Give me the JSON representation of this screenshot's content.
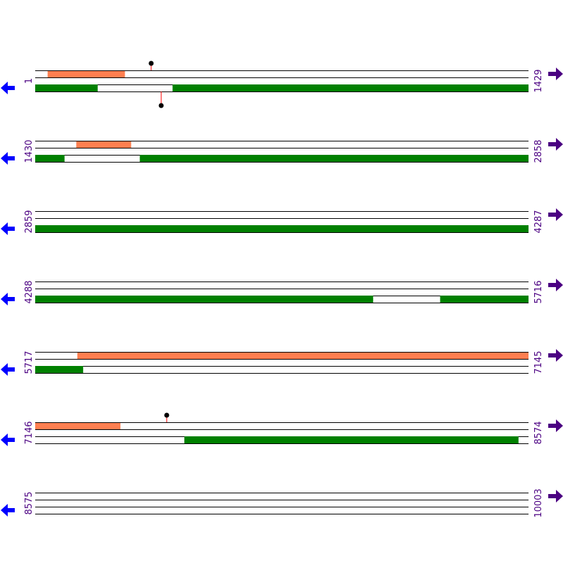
{
  "colors": {
    "forward_feature": "#ff7f50",
    "reverse_feature": "#008000",
    "line": "#000000",
    "marker_stem": "#ff0000",
    "marker_head": "#000000",
    "label": "#4b0082",
    "left_arrow": "#0000ff",
    "right_arrow": "#4b0082"
  },
  "icons": {
    "left": "arrow-left-icon",
    "right": "arrow-right-icon"
  },
  "rows": [
    {
      "start_label": "1",
      "end_label": "1429",
      "start": 1,
      "end": 1429,
      "forward": [
        [
          37,
          260
        ]
      ],
      "reverse": [
        [
          1,
          181
        ],
        [
          399,
          1429
        ]
      ],
      "markers_up": [
        337
      ],
      "markers_down": [
        366
      ]
    },
    {
      "start_label": "1430",
      "end_label": "2858",
      "start": 1430,
      "end": 2858,
      "forward": [
        [
          1549,
          1707
        ]
      ],
      "reverse": [
        [
          1430,
          1514
        ],
        [
          1733,
          2858
        ]
      ],
      "markers_up": [],
      "markers_down": []
    },
    {
      "start_label": "2859",
      "end_label": "4287",
      "start": 2859,
      "end": 4287,
      "forward": [],
      "reverse": [
        [
          2859,
          4287
        ]
      ],
      "markers_up": [],
      "markers_down": []
    },
    {
      "start_label": "4288",
      "end_label": "5716",
      "start": 4288,
      "end": 5716,
      "forward": [],
      "reverse": [
        [
          4288,
          5266
        ],
        [
          5461,
          5716
        ]
      ],
      "markers_up": [],
      "markers_down": []
    },
    {
      "start_label": "5717",
      "end_label": "7145",
      "start": 5717,
      "end": 7145,
      "forward": [
        [
          5839,
          7145
        ]
      ],
      "reverse": [
        [
          5717,
          5855
        ]
      ],
      "markers_up": [],
      "markers_down": []
    },
    {
      "start_label": "7146",
      "end_label": "8574",
      "start": 7146,
      "end": 8574,
      "forward": [
        [
          7146,
          7392
        ]
      ],
      "reverse": [
        [
          7578,
          8545
        ]
      ],
      "markers_up": [
        7527
      ],
      "markers_down": []
    },
    {
      "start_label": "8575",
      "end_label": "10003",
      "start": 8575,
      "end": 10003,
      "forward": [],
      "reverse": [],
      "markers_up": [],
      "markers_down": []
    }
  ]
}
